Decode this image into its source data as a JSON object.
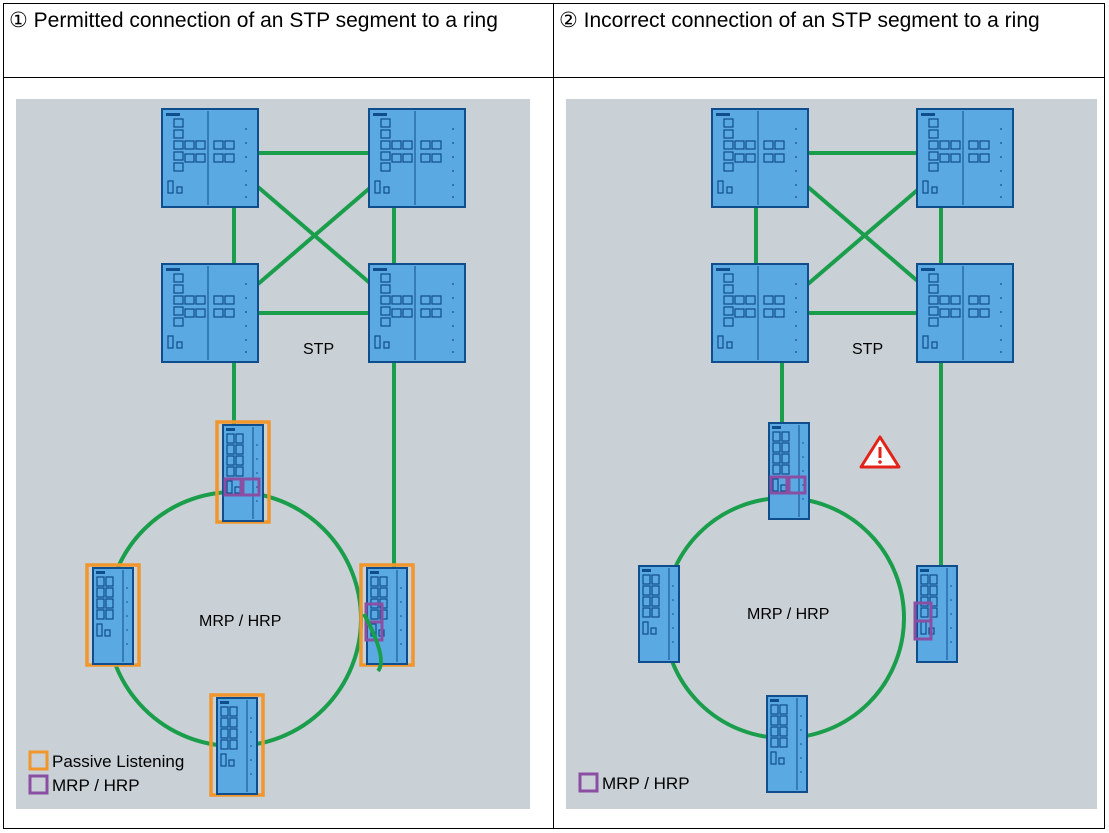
{
  "headers": [
    {
      "number": "①",
      "text": "Permitted connection of an STP segment to a ring"
    },
    {
      "number": "②",
      "text": "Incorrect connection of an STP segment to a ring"
    }
  ],
  "panels": [
    {
      "stp_label": "STP",
      "ring_label": "MRP / HRP",
      "legend": [
        {
          "label": "Passive Listening",
          "color": "#f0962d"
        },
        {
          "label": "MRP / HRP",
          "color": "#8a4ea3"
        }
      ]
    },
    {
      "stp_label": "STP",
      "ring_label": "MRP / HRP",
      "legend": [
        {
          "label": "MRP / HRP",
          "color": "#8a4ea3"
        }
      ]
    }
  ],
  "colors": {
    "background": "#c9d1d7",
    "link": "#1b9e4b",
    "switch_fill": "#5aa9e2",
    "switch_stroke": "#0f4d8c",
    "passive_listening": "#f0962d",
    "mrp_hrp": "#8a4ea3",
    "warning": "#e2231a"
  },
  "icons": [
    "warning-icon"
  ]
}
